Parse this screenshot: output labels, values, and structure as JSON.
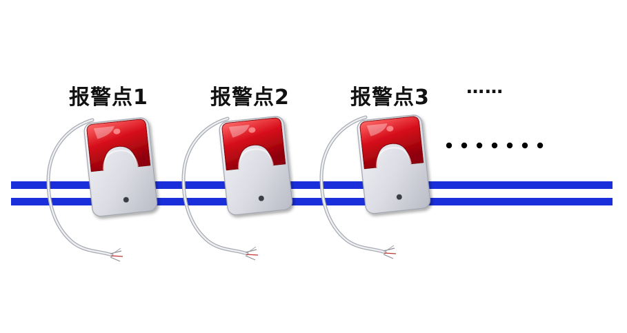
{
  "labels": {
    "point_1": "报警点1",
    "point_2": "报警点2",
    "point_3": "报警点3",
    "ellipsis": "……"
  },
  "colors": {
    "cable": "#1a2fd9",
    "alarm_red": "#d8101c",
    "alarm_body": "#dcdde4",
    "text": "#111111"
  },
  "icons": {
    "alarm": "strobe-siren-icon",
    "wire": "cable-lead-icon"
  }
}
